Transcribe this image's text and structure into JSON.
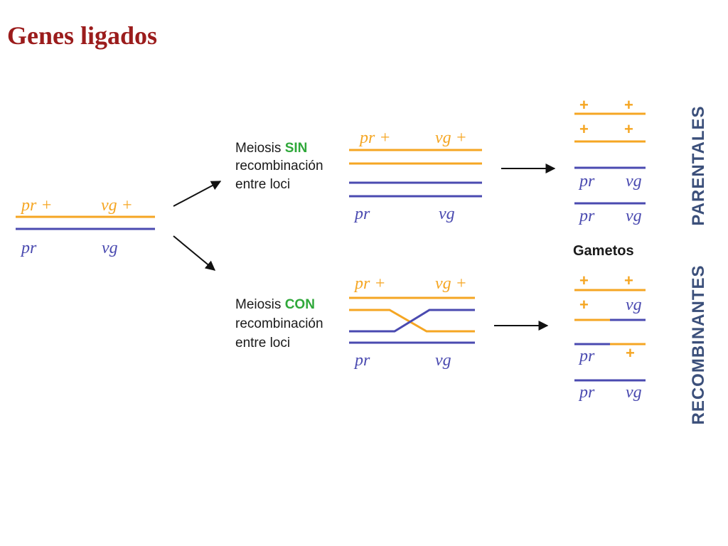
{
  "title": "Genes ligados",
  "colors": {
    "orange": "#f5a623",
    "blue": "#4a4ab0",
    "green": "#2fa83a",
    "title": "#9b1c1c",
    "side_label": "#3b4f7a"
  },
  "alleles": {
    "pr_plus": "pr +",
    "vg_plus": "vg +",
    "pr": "pr",
    "vg": "vg",
    "plus": "+"
  },
  "meiosis_sin": {
    "prefix": "Meiosis ",
    "keyword": "SIN",
    "line2": "recombinación",
    "line3": "entre loci"
  },
  "meiosis_con": {
    "prefix": "Meiosis ",
    "keyword": "CON",
    "line2": "recombinación",
    "line3": "entre loci"
  },
  "gametos_label": "Gametos",
  "side_labels": {
    "parentales": "PARENTALES",
    "recombinantes": "RECOMBINANTES"
  }
}
